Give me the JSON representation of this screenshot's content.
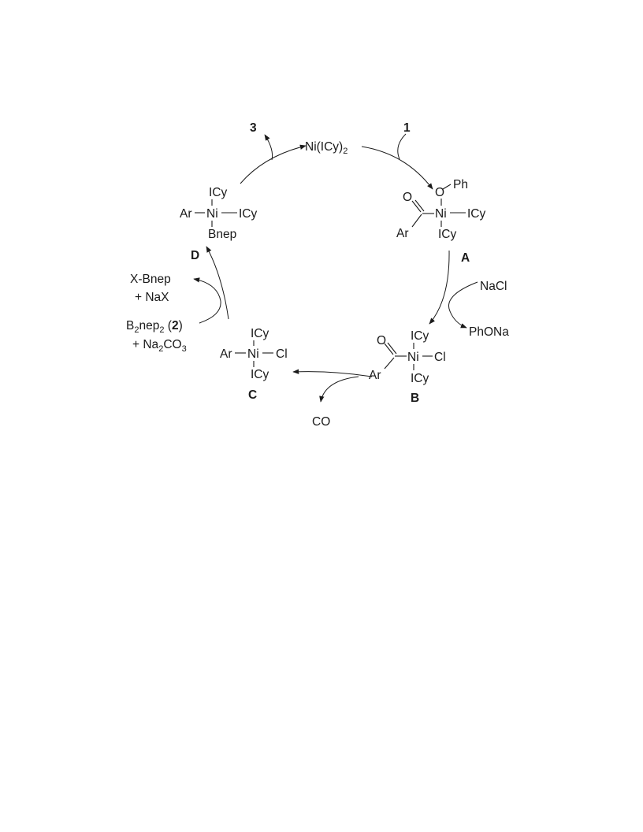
{
  "catalyst": {
    "pre": "Ni(ICy)",
    "sub": "2"
  },
  "reagent_1": "1",
  "product_3": "3",
  "A": {
    "label": "A",
    "oxygen": "O",
    "phenyl": "Ph",
    "carbonyl_o": "O",
    "aryl": "Ar",
    "metal": "Ni",
    "ligand_right": "ICy",
    "ligand_bottom": "ICy"
  },
  "B": {
    "label": "B",
    "carbonyl_o": "O",
    "aryl": "Ar",
    "metal": "Ni",
    "ligand_top": "ICy",
    "ligand_bottom": "ICy",
    "halide": "Cl"
  },
  "C": {
    "label": "C",
    "aryl": "Ar",
    "metal": "Ni",
    "ligand_top": "ICy",
    "ligand_bottom": "ICy",
    "halide": "Cl"
  },
  "D": {
    "label": "D",
    "aryl": "Ar",
    "metal": "Ni",
    "ligand_top": "ICy",
    "ligand_right": "ICy",
    "boryl": "Bnep"
  },
  "step_AB": {
    "in": "NaCl",
    "out": "PhONa"
  },
  "step_BC": {
    "out": "CO"
  },
  "step_CD": {
    "in_line1_pre": "B",
    "in_line1_sub1": "2",
    "in_line1_mid": "nep",
    "in_line1_sub2": "2",
    "in_line1_open": " (",
    "in_line1_bold": "2",
    "in_line1_close": ")",
    "in_line2_pre": "+ Na",
    "in_line2_sub1": "2",
    "in_line2_mid": "CO",
    "in_line2_sub2": "3",
    "out_line1": "X-Bnep",
    "out_line2": "+ NaX"
  }
}
